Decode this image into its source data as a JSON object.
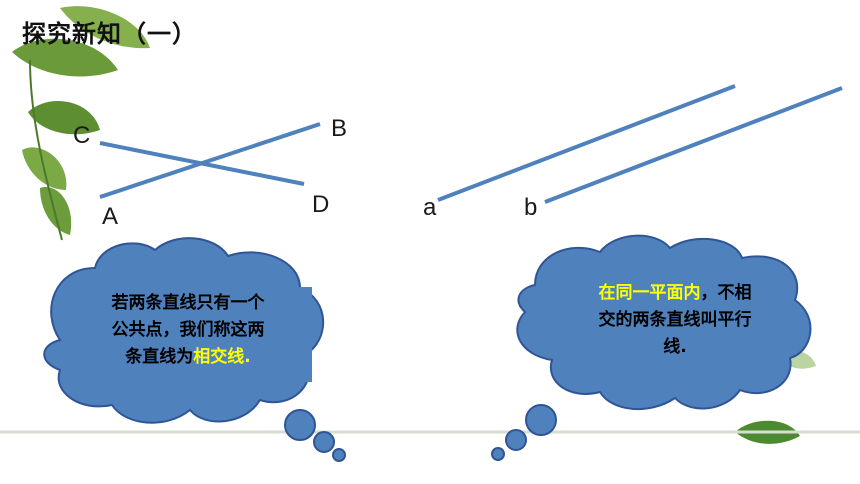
{
  "title": "探究新知（一）",
  "intersect_diagram": {
    "label_a": "A",
    "label_b": "B",
    "label_c": "C",
    "label_d": "D"
  },
  "parallel_diagram": {
    "label_a": "a",
    "label_b": "b"
  },
  "left_cloud": {
    "line1": "若两条直线只有一个",
    "line2": "公共点，我们称这两",
    "line3_prefix": "条直线为",
    "line3_highlight": "相交线",
    "line3_suffix": "."
  },
  "right_cloud": {
    "line1_highlight": "在同一平面内",
    "line1_suffix": "，不相",
    "line2": "交的两条直线叫平行",
    "line3": "线."
  },
  "colors": {
    "line": "#4f81bd",
    "cloud_fill": "#4f81bd",
    "cloud_stroke": "#2f5597",
    "highlight": "#ffff00",
    "ground_line": "#d8ddd4"
  }
}
